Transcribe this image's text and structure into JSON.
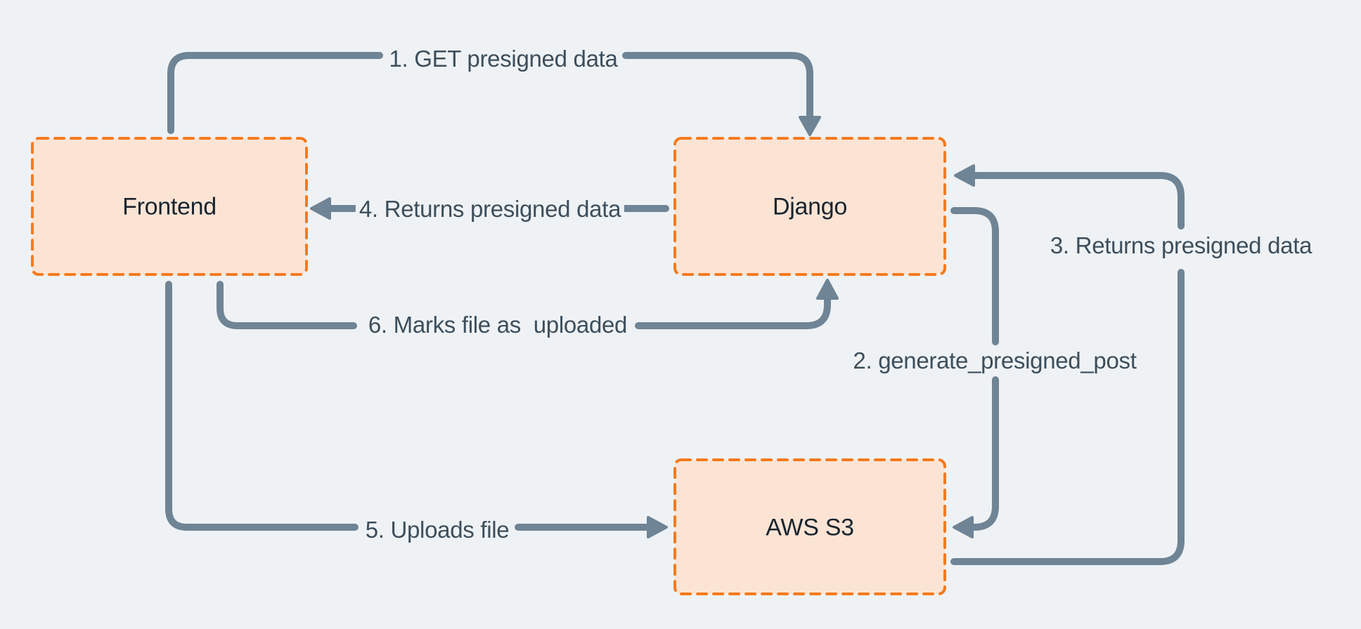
{
  "diagram": {
    "nodes": [
      {
        "id": "frontend",
        "label": "Frontend"
      },
      {
        "id": "django",
        "label": "Django"
      },
      {
        "id": "aws-s3",
        "label": "AWS S3"
      }
    ],
    "arrows": [
      {
        "step": "1",
        "label": "1. GET presigned data",
        "from": "Frontend",
        "to": "Django"
      },
      {
        "step": "2",
        "label": "2. generate_presigned_post",
        "from": "Django",
        "to": "AWS S3"
      },
      {
        "step": "3",
        "label": "3. Returns presigned data",
        "from": "AWS S3",
        "to": "Django"
      },
      {
        "step": "4",
        "label": "4. Returns presigned data",
        "from": "Django",
        "to": "Frontend"
      },
      {
        "step": "5",
        "label": "5. Uploads file",
        "from": "Frontend",
        "to": "AWS S3"
      },
      {
        "step": "6",
        "label": "6. Marks file as  uploaded",
        "from": "Frontend",
        "to": "Django"
      }
    ]
  },
  "colors": {
    "background": "#eef2f5",
    "boxFill": "#fce4d5",
    "boxBorder": "#f57a1c",
    "arrow": "#6f8495",
    "labelText": "#3d4e5b",
    "nodeText": "#19242e"
  }
}
